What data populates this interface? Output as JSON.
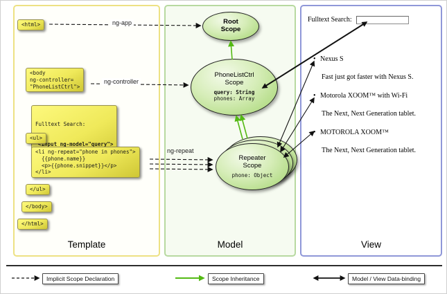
{
  "colors": {
    "green_arrow": "#53b913",
    "code_yellow": "#efe95a",
    "scope_green": "#a3d46f",
    "template_border": "#ede183",
    "model_border": "#b7d9a0",
    "view_border": "#8f97d8"
  },
  "icons": {
    "bullet": "•"
  },
  "panels": {
    "template": {
      "title": "Template"
    },
    "model": {
      "title": "Model"
    },
    "view": {
      "title": "View"
    }
  },
  "code": {
    "html_open": "<html>",
    "body_open": "<body\nng-controller=\n\"PhoneListCtrl\">",
    "fulltext_label": "Fulltext Search:",
    "fulltext_input": "<input ng-model=\"query\">",
    "ul_open": "<ul>",
    "li_repeat": "<li ng-repeat=\"phone in phones\">\n  {{phone.name}}\n  <p>{{phone.snippet}}</p>\n</li>",
    "ul_close": "</ul>",
    "body_close": "</body>",
    "html_close": "</html>"
  },
  "arrow_labels": {
    "ng_app": "ng-app",
    "ng_controller": "ng-controller",
    "ng_repeat": "ng-repeat"
  },
  "scopes": {
    "root": {
      "name": "Root\nScope"
    },
    "phonelist": {
      "name": "PhoneListCtrl\nScope",
      "prop_query": "query: String",
      "prop_phones": "phones: Array"
    },
    "repeater": {
      "name": "Repeater\nScope",
      "prop_phone": "phone: Object"
    }
  },
  "view": {
    "search_label": "Fulltext Search:",
    "search_value": "",
    "items": [
      {
        "name": "Nexus S",
        "snippet": "Fast just got faster with Nexus S."
      },
      {
        "name": "Motorola XOOM™ with Wi-Fi",
        "snippet": "The Next, Next Generation tablet."
      },
      {
        "name": "MOTOROLA XOOM™",
        "snippet": "The Next, Next Generation tablet."
      }
    ]
  },
  "legend": [
    {
      "label": "Implicit Scope Declaration"
    },
    {
      "label": "Scope Inheritance"
    },
    {
      "label": "Model / View Data-binding"
    }
  ]
}
